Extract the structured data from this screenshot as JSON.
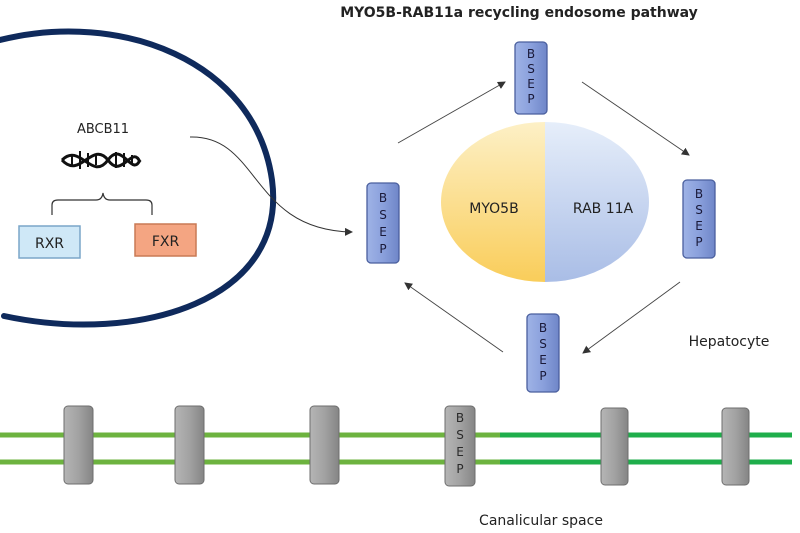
{
  "title": "MYO5B-RAB11a recycling endosome pathway",
  "gene": {
    "label": "ABCB11"
  },
  "receptors": [
    {
      "label": "RXR",
      "fill": "#cfe8f7",
      "stroke": "#7aa6c9"
    },
    {
      "label": "FXR",
      "fill": "#f4a582",
      "stroke": "#c97a55"
    }
  ],
  "endosome": {
    "left_label": "MYO5B",
    "right_label": "RAB 11A"
  },
  "transporter": {
    "letters": [
      "B",
      "S",
      "E",
      "P"
    ]
  },
  "cell_label": "Hepatocyte",
  "space_label": "Canalicular space",
  "colors": {
    "nucleus": "#0f2a5c",
    "bsep_fill": "#8ea4db",
    "bsep_stroke": "#4a5f9e",
    "membrane_left": "#6db33f",
    "membrane_right": "#1fae4b",
    "channel_fill": "#9a9a9a",
    "myo5b": "#fcd97a",
    "rab11a": "#b7c9ea"
  },
  "icons": {
    "dna": "dna-helix-icon"
  }
}
